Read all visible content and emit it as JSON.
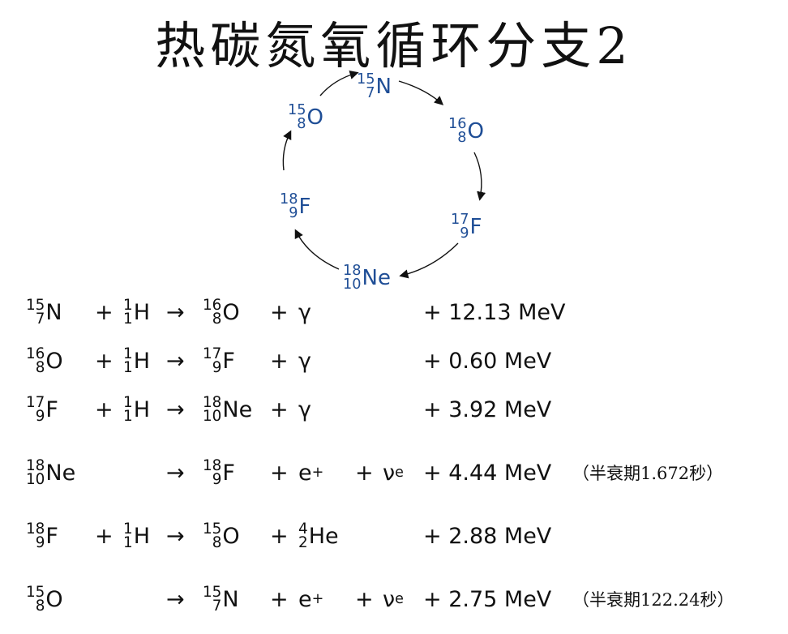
{
  "title": "热碳氮氧循环分支2",
  "cycle": {
    "nodes": [
      {
        "mass": "15",
        "atomic": "7",
        "symbol": "N"
      },
      {
        "mass": "16",
        "atomic": "8",
        "symbol": "O"
      },
      {
        "mass": "17",
        "atomic": "9",
        "symbol": "F"
      },
      {
        "mass": "18",
        "atomic": "10",
        "symbol": "Ne"
      },
      {
        "mass": "18",
        "atomic": "9",
        "symbol": "F"
      },
      {
        "mass": "15",
        "atomic": "8",
        "symbol": "O"
      }
    ],
    "color": "#1f4e96"
  },
  "reactions": [
    {
      "r1": {
        "mass": "15",
        "atomic": "7",
        "symbol": "N"
      },
      "r2": {
        "mass": "1",
        "atomic": "1",
        "symbol": "H"
      },
      "arrow": "→",
      "p1": {
        "mass": "16",
        "atomic": "8",
        "symbol": "O"
      },
      "p2": "γ",
      "p3": "",
      "energy": "+ 12.13 MeV",
      "note": ""
    },
    {
      "r1": {
        "mass": "16",
        "atomic": "8",
        "symbol": "O"
      },
      "r2": {
        "mass": "1",
        "atomic": "1",
        "symbol": "H"
      },
      "arrow": "→",
      "p1": {
        "mass": "17",
        "atomic": "9",
        "symbol": "F"
      },
      "p2": "γ",
      "p3": "",
      "energy": "+ 0.60 MeV",
      "note": ""
    },
    {
      "r1": {
        "mass": "17",
        "atomic": "9",
        "symbol": "F"
      },
      "r2": {
        "mass": "1",
        "atomic": "1",
        "symbol": "H"
      },
      "arrow": "→",
      "p1": {
        "mass": "18",
        "atomic": "10",
        "symbol": "Ne"
      },
      "p2": "γ",
      "p3": "",
      "energy": "+ 3.92 MeV",
      "note": ""
    },
    {
      "r1": {
        "mass": "18",
        "atomic": "10",
        "symbol": "Ne"
      },
      "r2": null,
      "arrow": "→",
      "p1": {
        "mass": "18",
        "atomic": "9",
        "symbol": "F"
      },
      "p2": "e⁺",
      "p3": "νe",
      "energy": "+ 4.44 MeV",
      "note": "（半衰期1.672秒）"
    },
    {
      "r1": {
        "mass": "18",
        "atomic": "9",
        "symbol": "F"
      },
      "r2": {
        "mass": "1",
        "atomic": "1",
        "symbol": "H"
      },
      "arrow": "→",
      "p1": {
        "mass": "15",
        "atomic": "8",
        "symbol": "O"
      },
      "p2": "⁴₂He",
      "p3": "",
      "energy": "+ 2.88 MeV",
      "note": ""
    },
    {
      "r1": {
        "mass": "15",
        "atomic": "8",
        "symbol": "O"
      },
      "r2": null,
      "arrow": "→",
      "p1": {
        "mass": "15",
        "atomic": "7",
        "symbol": "N"
      },
      "p2": "e⁺",
      "p3": "νe",
      "energy": "+ 2.75 MeV",
      "note": "（半衰期122.24秒）"
    }
  ]
}
